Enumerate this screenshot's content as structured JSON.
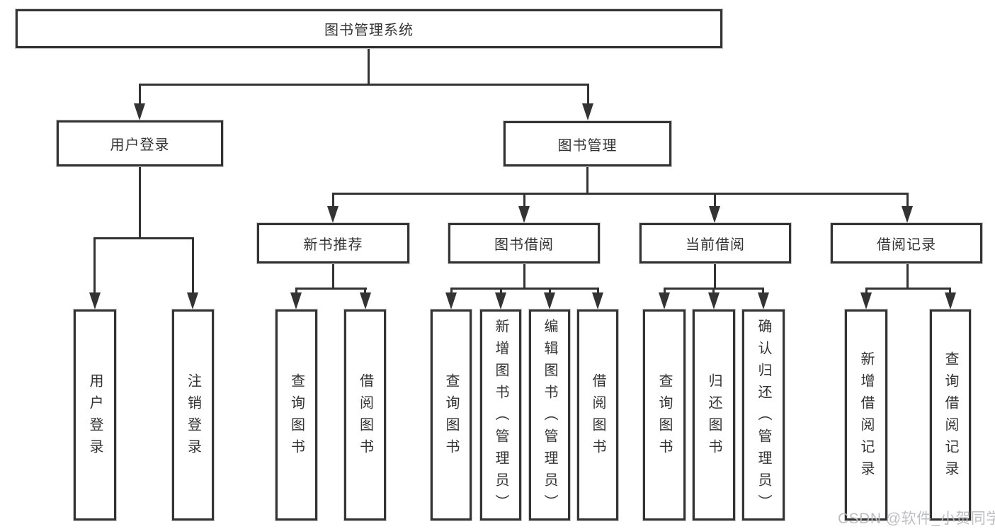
{
  "tree": {
    "root": "图书管理系统",
    "user_login": {
      "label": "用户登录",
      "children": [
        "用户登录",
        "注销登录"
      ]
    },
    "book_mgmt": {
      "label": "图书管理",
      "sections": [
        {
          "label": "新书推荐",
          "children": [
            "查询图书",
            "借阅图书"
          ]
        },
        {
          "label": "图书借阅",
          "children": [
            "查询图书",
            "新增图书（管理员）",
            "编辑图书（管理员）",
            "借阅图书"
          ]
        },
        {
          "label": "当前借阅",
          "children": [
            "查询图书",
            "归还图书",
            "确认归还（管理员）"
          ]
        },
        {
          "label": "借阅记录",
          "children": [
            "新增借阅记录",
            "查询借阅记录"
          ]
        }
      ]
    }
  },
  "watermark": "CSDN @软件_小贺同学",
  "colors": {
    "line": "#333333",
    "text": "#333333",
    "background": "#ffffff",
    "watermark": "#b9babf"
  }
}
